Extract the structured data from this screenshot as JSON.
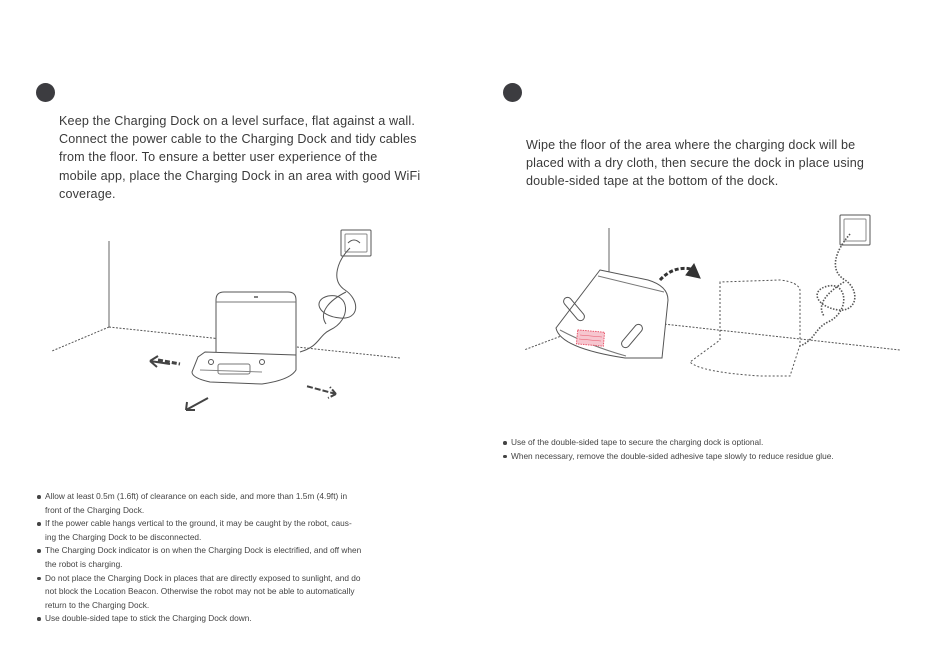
{
  "step1": {
    "instruction_lines": [
      "Keep the Charging Dock on a level surface, flat against a wall.",
      "Connect the power cable to the Charging Dock and tidy cables",
      "from the floor. To ensure a better user experience of the",
      "mobile app, place the Charging Dock in an area with good WiFi",
      "coverage."
    ],
    "notes": [
      [
        "Allow at least 0.5m (1.6ft) of clearance on each side, and more than 1.5m (4.9ft) in",
        "front of the Charging Dock."
      ],
      [
        "If the power cable hangs vertical to the ground, it may be caught by the robot, caus-",
        "ing the Charging Dock to be disconnected."
      ],
      [
        "The Charging Dock indicator is on when the Charging Dock is electrified, and off when",
        "the robot is charging."
      ],
      [
        "Do not place the Charging Dock in places that are directly exposed to sunlight, and do",
        "not block the Location Beacon. Otherwise the robot may not be able to automatically",
        "return to the Charging Dock."
      ],
      [
        "Use double-sided tape to stick the Charging Dock down."
      ]
    ]
  },
  "step2": {
    "instruction_lines": [
      "Wipe the floor of the area where the charging dock will be",
      "placed with a dry cloth, then secure the dock in place using",
      "double-sided tape at the bottom of the dock."
    ],
    "notes": [
      [
        "Use of the double-sided tape to secure the charging dock is optional."
      ],
      [
        "When necessary, remove the double-sided adhesive tape slowly to reduce residue glue."
      ]
    ]
  },
  "colors": {
    "step_dot": "#3c3c40",
    "illustration_line": "#555555",
    "tape_highlight": "#e8556a"
  }
}
